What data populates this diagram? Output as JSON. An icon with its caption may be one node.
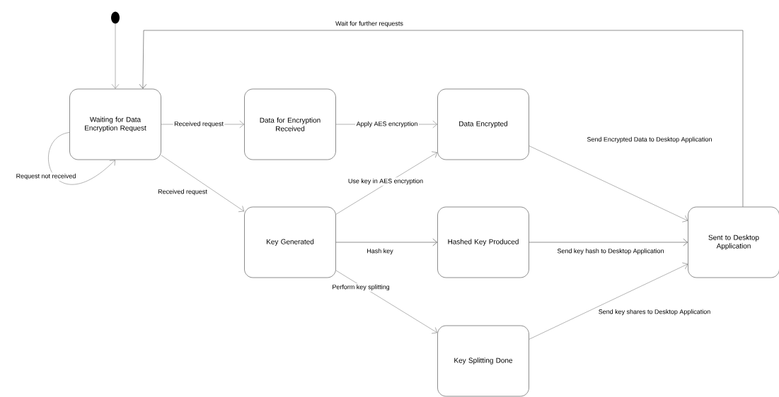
{
  "diagram": {
    "nodes": [
      {
        "text": [],
        "shape": "circle"
      },
      {
        "text": [
          "Waiting for Data Encryption Request"
        ]
      },
      {
        "text": [
          "Data for Encryption Received"
        ]
      },
      {
        "text": [
          "Data Encrypted"
        ]
      },
      {
        "text": [
          "Key Generated"
        ]
      },
      {
        "text": [
          "Hashed Key Produced"
        ]
      },
      {
        "text": [
          "Key Splitting Done"
        ]
      },
      {
        "text": [
          "Sent to Desktop Application"
        ]
      }
    ],
    "edges": [
      {
        "from": 0,
        "to": 1,
        "arrow": "to"
      },
      {
        "from": 1,
        "to": 1,
        "arrow": "to",
        "label": "Request not received"
      },
      {
        "from": 1,
        "to": 2,
        "arrow": "to",
        "label": "Received request"
      },
      {
        "from": 2,
        "to": 3,
        "arrow": "to",
        "label": "Apply AES encryption"
      },
      {
        "from": 1,
        "to": 4,
        "arrow": "to",
        "label": "Received request"
      },
      {
        "from": 4,
        "to": 3,
        "arrow": "to",
        "label": "Use key in AES encryption"
      },
      {
        "from": 4,
        "to": 5,
        "arrow": "to",
        "label": "Hash key",
        "color": "#444444"
      },
      {
        "from": 4,
        "to": 6,
        "arrow": "to",
        "label": "Perform key splitting"
      },
      {
        "from": 3,
        "to": 7,
        "arrow": "to",
        "label": "Send Encrypted Data to Desktop Application"
      },
      {
        "from": 5,
        "to": 7,
        "arrow": "to",
        "label": "Send key hash to Desktop Application",
        "color": "#444444"
      },
      {
        "from": 6,
        "to": 7,
        "arrow": "to",
        "label": "Send key shares to Desktop Application"
      },
      {
        "from": 7,
        "to": 1,
        "arrow": "to",
        "label": "Wait for further requests",
        "color": "#444444"
      }
    ]
  }
}
